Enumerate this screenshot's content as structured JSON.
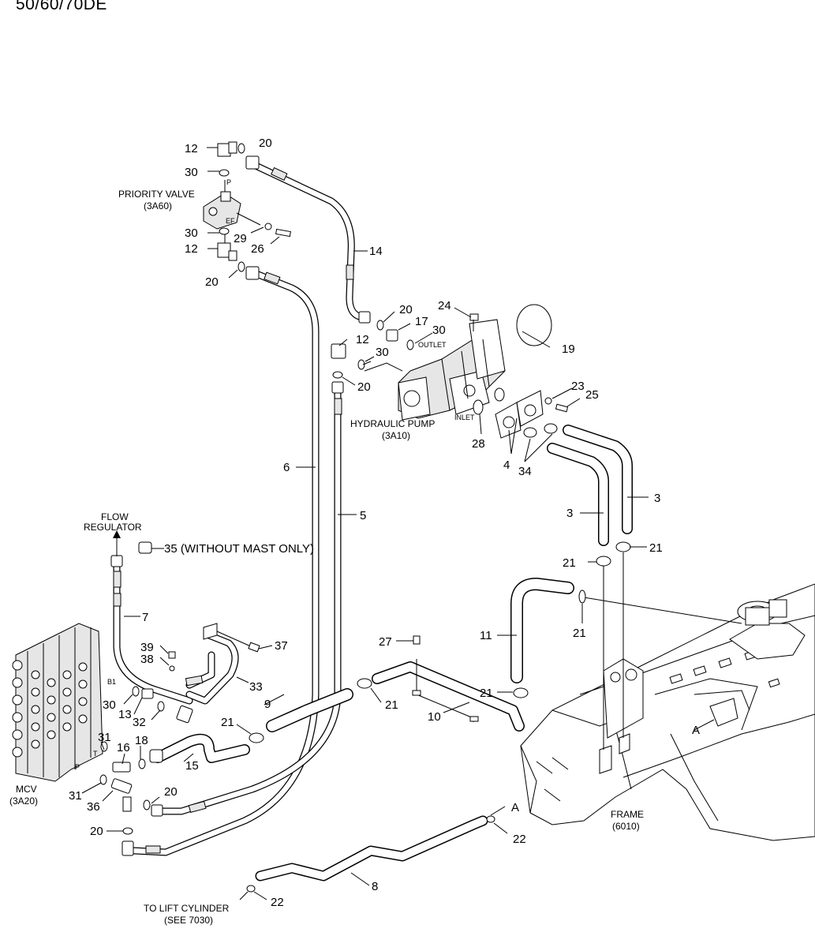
{
  "title": "50/60/70DE",
  "labels": {
    "priority_valve": "PRIORITY VALVE",
    "priority_valve_ref": "(3A60)",
    "hydraulic_pump": "HYDRAULIC PUMP",
    "hydraulic_pump_ref": "(3A10)",
    "flow_regulator_1": "FLOW",
    "flow_regulator_2": "REGULATOR",
    "without_mast": "35 (WITHOUT MAST ONLY)",
    "mcv": "MCV",
    "mcv_ref": "(3A20)",
    "frame": "FRAME",
    "frame_ref": "(6010)",
    "to_lift_cylinder": "TO LIFT CYLINDER",
    "see_ref": "(SEE 7030)",
    "outlet": "OUTLET",
    "inlet": "INLET",
    "port_p": "P",
    "port_ef": "EF",
    "port_b1": "B1",
    "port_t": "T",
    "port_p2": "P",
    "point_a": "A",
    "point_a_frame": "A"
  },
  "callouts": {
    "c20a": "20",
    "c12a": "12",
    "c30a": "30",
    "c30b": "30",
    "c29": "29",
    "c26": "26",
    "c12b": "12",
    "c20b": "20",
    "c14": "14",
    "c24": "24",
    "c20c": "20",
    "c17": "17",
    "c30c": "30",
    "c19": "19",
    "c12c": "12",
    "c30d": "30",
    "c20d": "20",
    "c23": "23",
    "c25": "25",
    "c28": "28",
    "c4": "4",
    "c34": "34",
    "c6": "6",
    "c5": "5",
    "c3a": "3",
    "c3b": "3",
    "c21a": "21",
    "c21b": "21",
    "c7": "7",
    "c21c": "21",
    "c11": "11",
    "c27": "27",
    "c37": "37",
    "c39": "39",
    "c38": "38",
    "c33": "33",
    "c9": "9",
    "c30e": "30",
    "c13": "13",
    "c32": "32",
    "c21d": "21",
    "c21e": "21",
    "c10": "10",
    "c31a": "31",
    "c16": "16",
    "c18": "18",
    "c15": "15",
    "c31b": "31",
    "c36": "36",
    "c20e": "20",
    "c20f": "20",
    "c22a": "22",
    "c8": "8",
    "c22b": "22"
  }
}
